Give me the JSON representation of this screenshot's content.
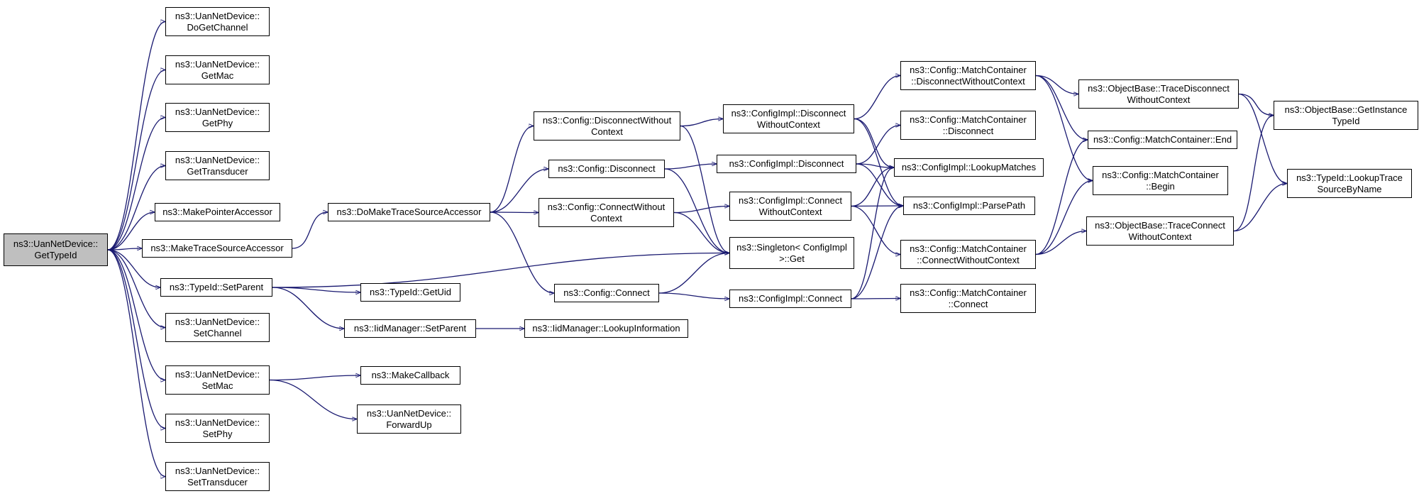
{
  "diagram": {
    "type": "call-graph",
    "edge_color": "#191970",
    "root_fill": "#bfbfbf",
    "nodes": [
      {
        "id": "root",
        "label": "ns3::UanNetDevice::\nGetTypeId",
        "root": true
      },
      {
        "id": "dogetchannel",
        "label": "ns3::UanNetDevice::\nDoGetChannel"
      },
      {
        "id": "getmac",
        "label": "ns3::UanNetDevice::\nGetMac"
      },
      {
        "id": "getphy",
        "label": "ns3::UanNetDevice::\nGetPhy"
      },
      {
        "id": "gettransducer",
        "label": "ns3::UanNetDevice::\nGetTransducer"
      },
      {
        "id": "makepointer",
        "label": "ns3::MakePointerAccessor"
      },
      {
        "id": "maketracesrc",
        "label": "ns3::MakeTraceSourceAccessor"
      },
      {
        "id": "typeid_setparent",
        "label": "ns3::TypeId::SetParent"
      },
      {
        "id": "setchannel",
        "label": "ns3::UanNetDevice::\nSetChannel"
      },
      {
        "id": "setmac",
        "label": "ns3::UanNetDevice::\nSetMac"
      },
      {
        "id": "setphy",
        "label": "ns3::UanNetDevice::\nSetPhy"
      },
      {
        "id": "settransducer",
        "label": "ns3::UanNetDevice::\nSetTransducer"
      },
      {
        "id": "domaketrace",
        "label": "ns3::DoMakeTraceSourceAccessor"
      },
      {
        "id": "getuid",
        "label": "ns3::TypeId::GetUid"
      },
      {
        "id": "iid_setparent",
        "label": "ns3::IidManager::SetParent"
      },
      {
        "id": "makecallback",
        "label": "ns3::MakeCallback"
      },
      {
        "id": "forwardup",
        "label": "ns3::UanNetDevice::\nForwardUp"
      },
      {
        "id": "lookupinfo",
        "label": "ns3::IidManager::LookupInformation"
      },
      {
        "id": "cfg_disconnectwc",
        "label": "ns3::Config::DisconnectWithout\nContext"
      },
      {
        "id": "cfg_disconnect",
        "label": "ns3::Config::Disconnect"
      },
      {
        "id": "cfg_connectwc",
        "label": "ns3::Config::ConnectWithout\nContext"
      },
      {
        "id": "cfg_connect",
        "label": "ns3::Config::Connect"
      },
      {
        "id": "ci_disconnectwc",
        "label": "ns3::ConfigImpl::Disconnect\nWithoutContext"
      },
      {
        "id": "ci_disconnect",
        "label": "ns3::ConfigImpl::Disconnect"
      },
      {
        "id": "ci_connectwc",
        "label": "ns3::ConfigImpl::Connect\nWithoutContext"
      },
      {
        "id": "singleton",
        "label": "ns3::Singleton< ConfigImpl\n>::Get"
      },
      {
        "id": "ci_connect",
        "label": "ns3::ConfigImpl::Connect"
      },
      {
        "id": "mc_disconnectwc",
        "label": "ns3::Config::MatchContainer\n::DisconnectWithoutContext"
      },
      {
        "id": "mc_disconnect",
        "label": "ns3::Config::MatchContainer\n::Disconnect"
      },
      {
        "id": "lookupmatches",
        "label": "ns3::ConfigImpl::LookupMatches"
      },
      {
        "id": "parsepath",
        "label": "ns3::ConfigImpl::ParsePath"
      },
      {
        "id": "mc_connectwc",
        "label": "ns3::Config::MatchContainer\n::ConnectWithoutContext"
      },
      {
        "id": "mc_connect",
        "label": "ns3::Config::MatchContainer\n::Connect"
      },
      {
        "id": "ob_tracedisconnectwc",
        "label": "ns3::ObjectBase::TraceDisconnect\nWithoutContext"
      },
      {
        "id": "mc_end",
        "label": "ns3::Config::MatchContainer::End"
      },
      {
        "id": "mc_begin",
        "label": "ns3::Config::MatchContainer\n::Begin"
      },
      {
        "id": "ob_traceconnectwc",
        "label": "ns3::ObjectBase::TraceConnect\nWithoutContext"
      },
      {
        "id": "ob_getinstance",
        "label": "ns3::ObjectBase::GetInstance\nTypeId"
      },
      {
        "id": "lookuptrace",
        "label": "ns3::TypeId::LookupTrace\nSourceByName"
      }
    ],
    "edges": [
      [
        "root",
        "dogetchannel"
      ],
      [
        "root",
        "getmac"
      ],
      [
        "root",
        "getphy"
      ],
      [
        "root",
        "gettransducer"
      ],
      [
        "root",
        "makepointer"
      ],
      [
        "root",
        "maketracesrc"
      ],
      [
        "root",
        "typeid_setparent"
      ],
      [
        "root",
        "setchannel"
      ],
      [
        "root",
        "setmac"
      ],
      [
        "root",
        "setphy"
      ],
      [
        "root",
        "settransducer"
      ],
      [
        "maketracesrc",
        "domaketrace"
      ],
      [
        "typeid_setparent",
        "singleton"
      ],
      [
        "typeid_setparent",
        "getuid"
      ],
      [
        "typeid_setparent",
        "iid_setparent"
      ],
      [
        "setmac",
        "makecallback"
      ],
      [
        "setmac",
        "forwardup"
      ],
      [
        "iid_setparent",
        "lookupinfo"
      ],
      [
        "domaketrace",
        "cfg_disconnectwc"
      ],
      [
        "domaketrace",
        "cfg_disconnect"
      ],
      [
        "domaketrace",
        "cfg_connectwc"
      ],
      [
        "domaketrace",
        "cfg_connect"
      ],
      [
        "cfg_disconnectwc",
        "ci_disconnectwc"
      ],
      [
        "cfg_disconnectwc",
        "singleton"
      ],
      [
        "cfg_disconnect",
        "ci_disconnect"
      ],
      [
        "cfg_disconnect",
        "singleton"
      ],
      [
        "cfg_connectwc",
        "ci_connectwc"
      ],
      [
        "cfg_connectwc",
        "singleton"
      ],
      [
        "cfg_connect",
        "singleton"
      ],
      [
        "cfg_connect",
        "ci_connect"
      ],
      [
        "ci_disconnectwc",
        "mc_disconnectwc"
      ],
      [
        "ci_disconnectwc",
        "lookupmatches"
      ],
      [
        "ci_disconnectwc",
        "parsepath"
      ],
      [
        "ci_disconnect",
        "mc_disconnect"
      ],
      [
        "ci_disconnect",
        "lookupmatches"
      ],
      [
        "ci_disconnect",
        "parsepath"
      ],
      [
        "ci_connectwc",
        "lookupmatches"
      ],
      [
        "ci_connectwc",
        "parsepath"
      ],
      [
        "ci_connectwc",
        "mc_connectwc"
      ],
      [
        "ci_connect",
        "lookupmatches"
      ],
      [
        "ci_connect",
        "parsepath"
      ],
      [
        "ci_connect",
        "mc_connect"
      ],
      [
        "mc_disconnectwc",
        "ob_tracedisconnectwc"
      ],
      [
        "mc_disconnectwc",
        "mc_end"
      ],
      [
        "mc_disconnectwc",
        "mc_begin"
      ],
      [
        "mc_connectwc",
        "mc_end"
      ],
      [
        "mc_connectwc",
        "mc_begin"
      ],
      [
        "mc_connectwc",
        "ob_traceconnectwc"
      ],
      [
        "ob_tracedisconnectwc",
        "ob_getinstance"
      ],
      [
        "ob_tracedisconnectwc",
        "lookuptrace"
      ],
      [
        "ob_traceconnectwc",
        "ob_getinstance"
      ],
      [
        "ob_traceconnectwc",
        "lookuptrace"
      ]
    ]
  }
}
